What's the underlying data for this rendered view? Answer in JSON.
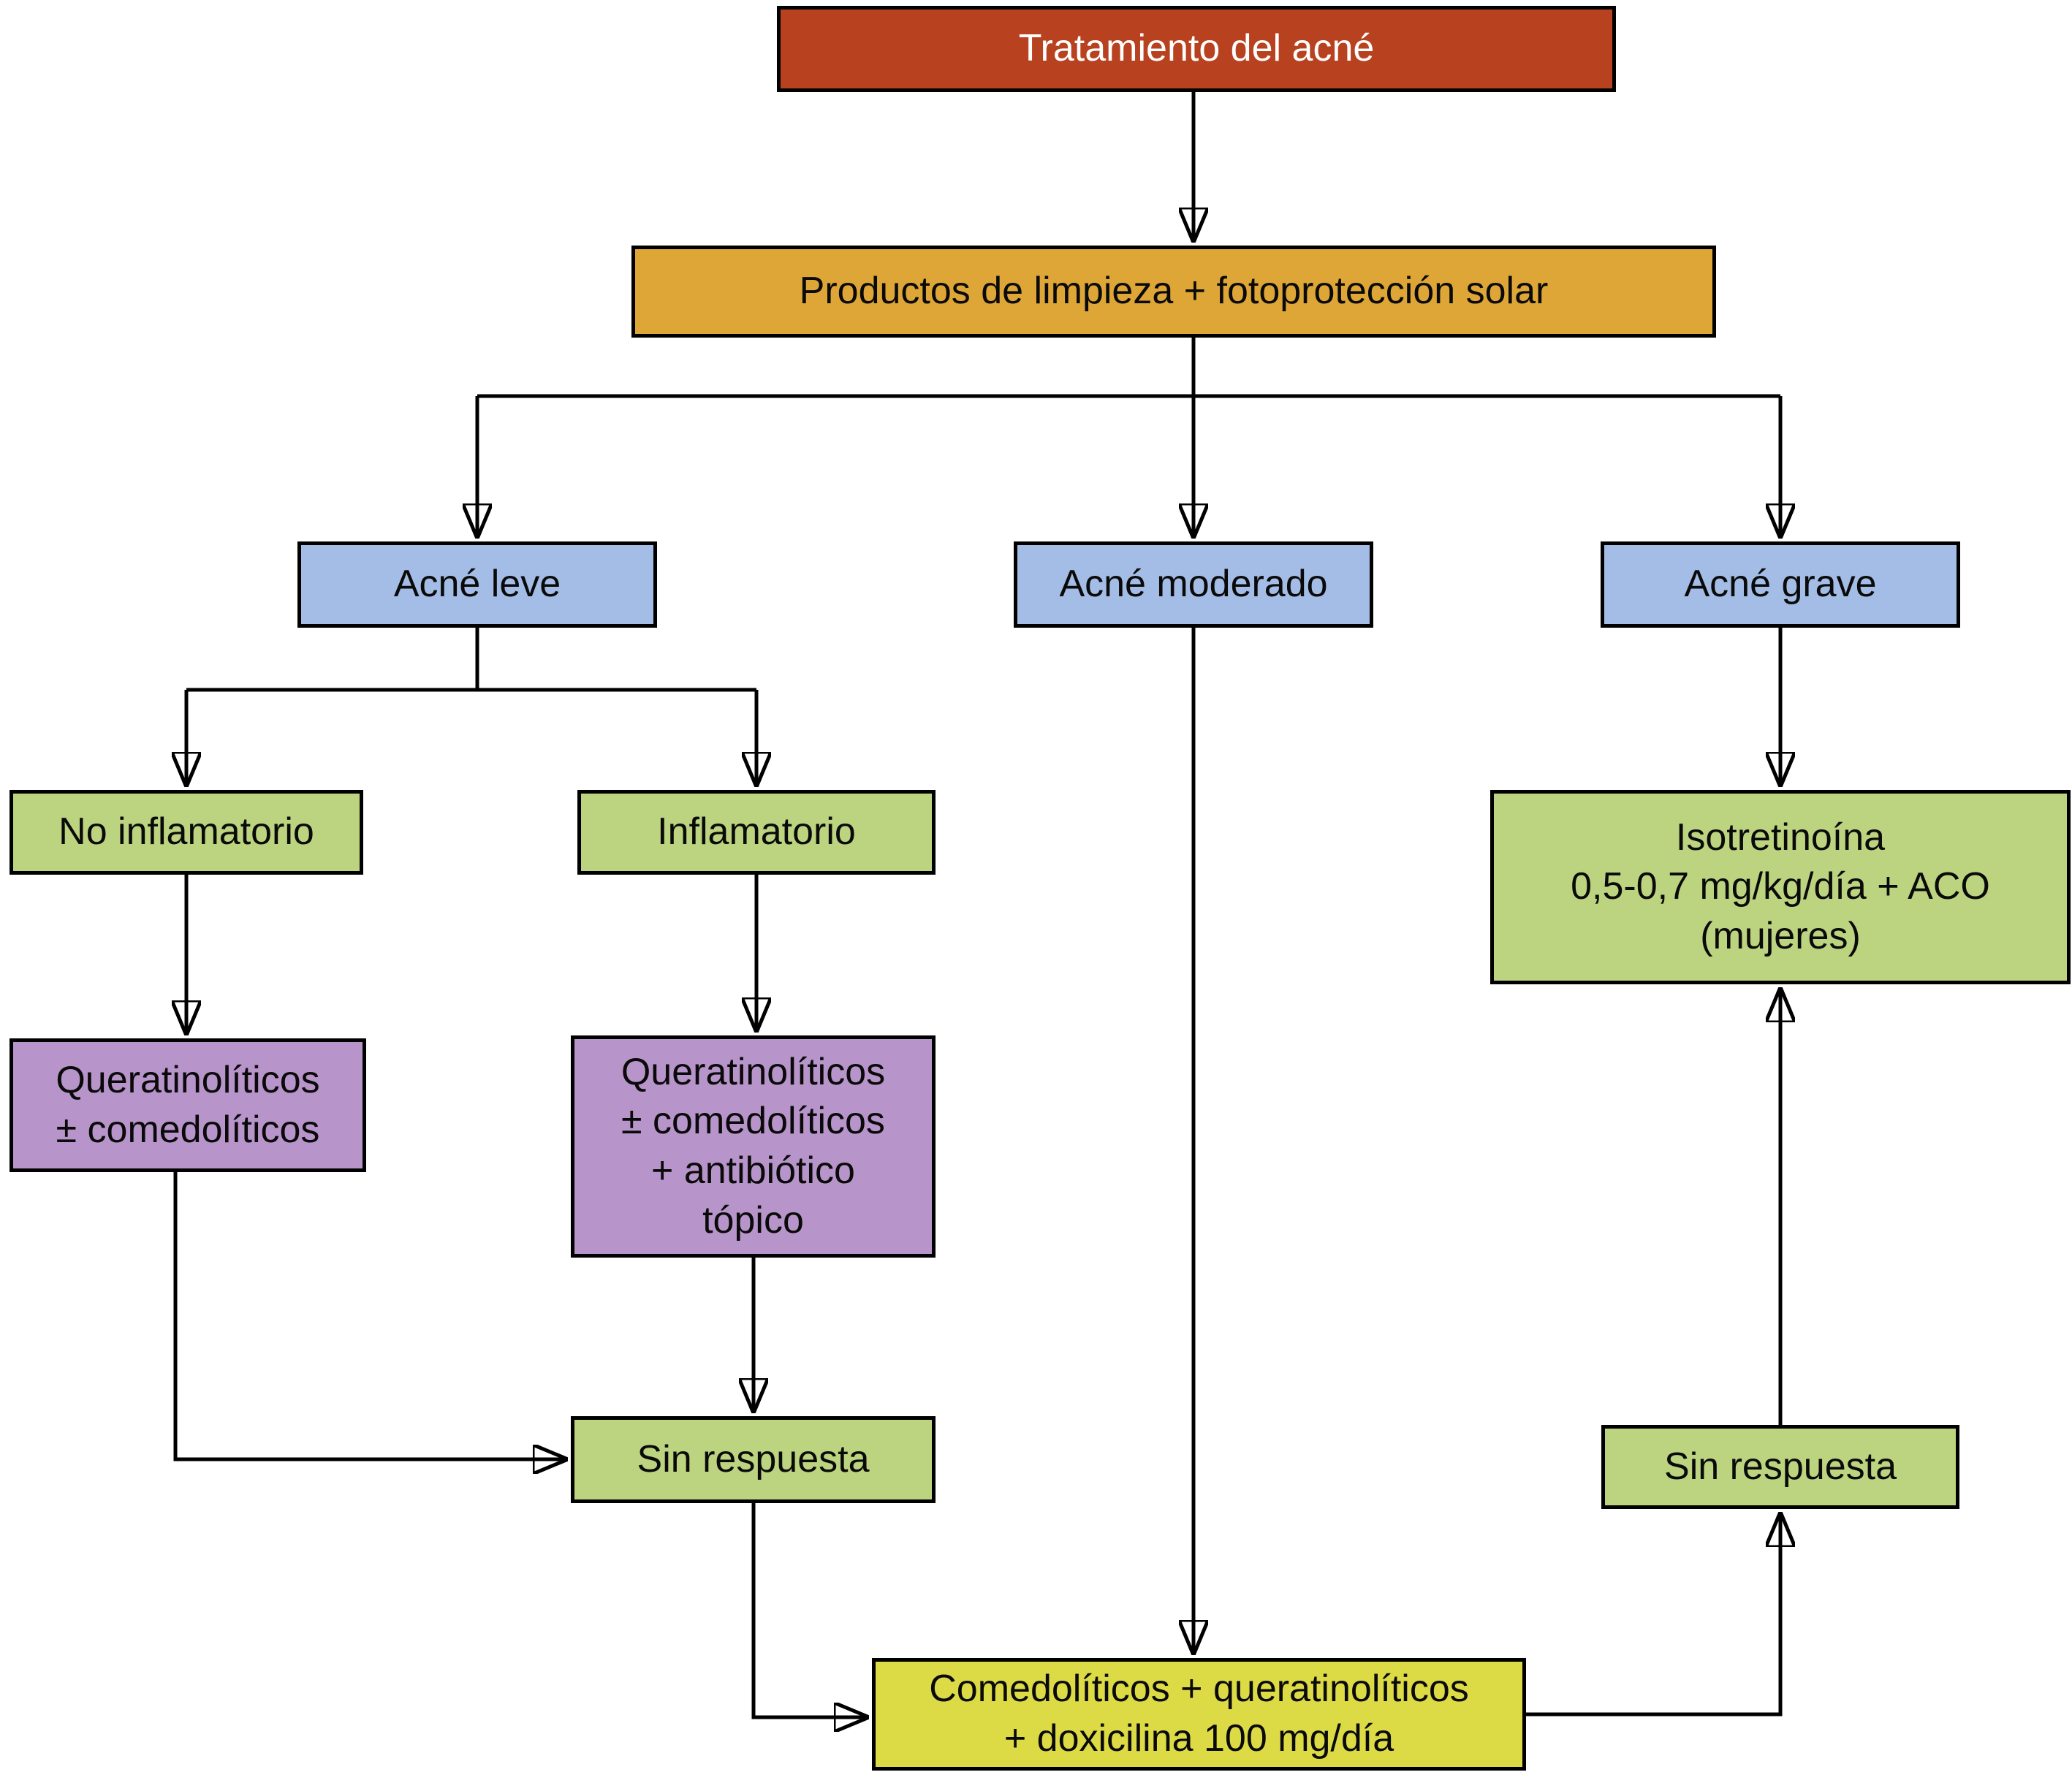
{
  "diagram": {
    "title": "Tratamiento del acné",
    "type": "flowchart",
    "colors": {
      "root": "#b8421f",
      "base_treatment": "#dda637",
      "severity": "#a3bde6",
      "classification_outcome": "#bcd37f",
      "topical_treatment": "#b794c9",
      "systemic_treatment": "#dcda45",
      "line": "#000000"
    },
    "nodes": {
      "tratamiento": {
        "label": "Tratamiento del acné",
        "color": "#b8421f"
      },
      "limpieza": {
        "label": "Productos de limpieza + fotoprotección solar",
        "color": "#dda637"
      },
      "acne_leve": {
        "label": "Acné leve",
        "color": "#a3bde6"
      },
      "acne_moderado": {
        "label": "Acné moderado",
        "color": "#a3bde6"
      },
      "acne_grave": {
        "label": "Acné grave",
        "color": "#a3bde6"
      },
      "no_inflamatorio": {
        "label": "No inflamatorio",
        "color": "#bcd37f"
      },
      "inflamatorio": {
        "label": "Inflamatorio",
        "color": "#bcd37f"
      },
      "isotretinoina": {
        "label": "Isotretinoína\n0,5-0,7 mg/kg/día + ACO\n(mujeres)",
        "color": "#bcd37f"
      },
      "queratinoliticos": {
        "label": "Queratinolíticos\n± comedolíticos",
        "color": "#b794c9"
      },
      "queratinoliticos_antibiotico": {
        "label": "Queratinolíticos\n± comedolíticos\n+ antibiótico\ntópico",
        "color": "#b794c9"
      },
      "sin_respuesta_izq": {
        "label": "Sin respuesta",
        "color": "#bcd37f"
      },
      "sin_respuesta_der": {
        "label": "Sin respuesta",
        "color": "#bcd37f"
      },
      "comedoliticos_doxicilina": {
        "label": "Comedolíticos + queratinolíticos\n+ doxicilina 100 mg/día",
        "color": "#dcda45"
      }
    },
    "edges": [
      "tratamiento -> limpieza",
      "limpieza -> acne_leve",
      "limpieza -> acne_moderado",
      "limpieza -> acne_grave",
      "acne_leve -> no_inflamatorio",
      "acne_leve -> inflamatorio",
      "no_inflamatorio -> queratinoliticos",
      "inflamatorio -> queratinoliticos_antibiotico",
      "queratinoliticos -> sin_respuesta_izq",
      "queratinoliticos_antibiotico -> sin_respuesta_izq",
      "sin_respuesta_izq -> comedoliticos_doxicilina",
      "acne_moderado -> comedoliticos_doxicilina",
      "comedoliticos_doxicilina -> sin_respuesta_der",
      "sin_respuesta_der -> isotretinoina",
      "acne_grave -> isotretinoina"
    ]
  }
}
